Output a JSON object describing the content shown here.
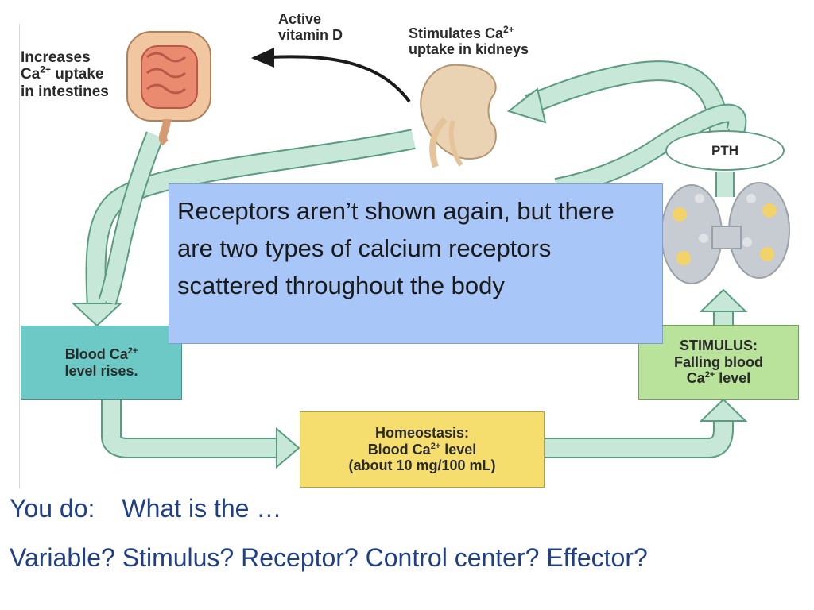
{
  "diagram": {
    "labels": {
      "intestines": [
        "Increases",
        "Ca",
        "2+",
        " uptake",
        "in intestines"
      ],
      "vitamin_d": [
        "Active",
        "vitamin D"
      ],
      "kidneys": [
        "Stimulates Ca",
        "2+",
        "uptake in kidneys"
      ],
      "pth": "PTH"
    },
    "boxes": {
      "blood_rises": [
        "Blood Ca",
        "2+",
        "level rises."
      ],
      "stimulus": [
        "STIMULUS:",
        "Falling blood",
        "Ca",
        "2+",
        " level"
      ],
      "homeostasis": [
        "Homeostasis:",
        "Blood Ca",
        "2+",
        " level",
        "(about 10 mg/100 mL)"
      ]
    },
    "colors": {
      "arrow_fill": "#c7e8d9",
      "arrow_stroke": "#5b9c80",
      "blood_rises_box": "#6cc9c5",
      "stimulus_box": "#b9e39a",
      "homeostasis_box": "#f5dd6e",
      "callout": "#a8c6f7",
      "bottom_text": "#1f3f86"
    }
  },
  "callout": {
    "text": "Receptors aren’t shown again, but there are two types of calcium receptors scattered throughout the body"
  },
  "bottom": {
    "you_do": "You do:",
    "what_is": "What is the …",
    "questions": "Variable? Stimulus? Receptor? Control center? Effector?"
  }
}
